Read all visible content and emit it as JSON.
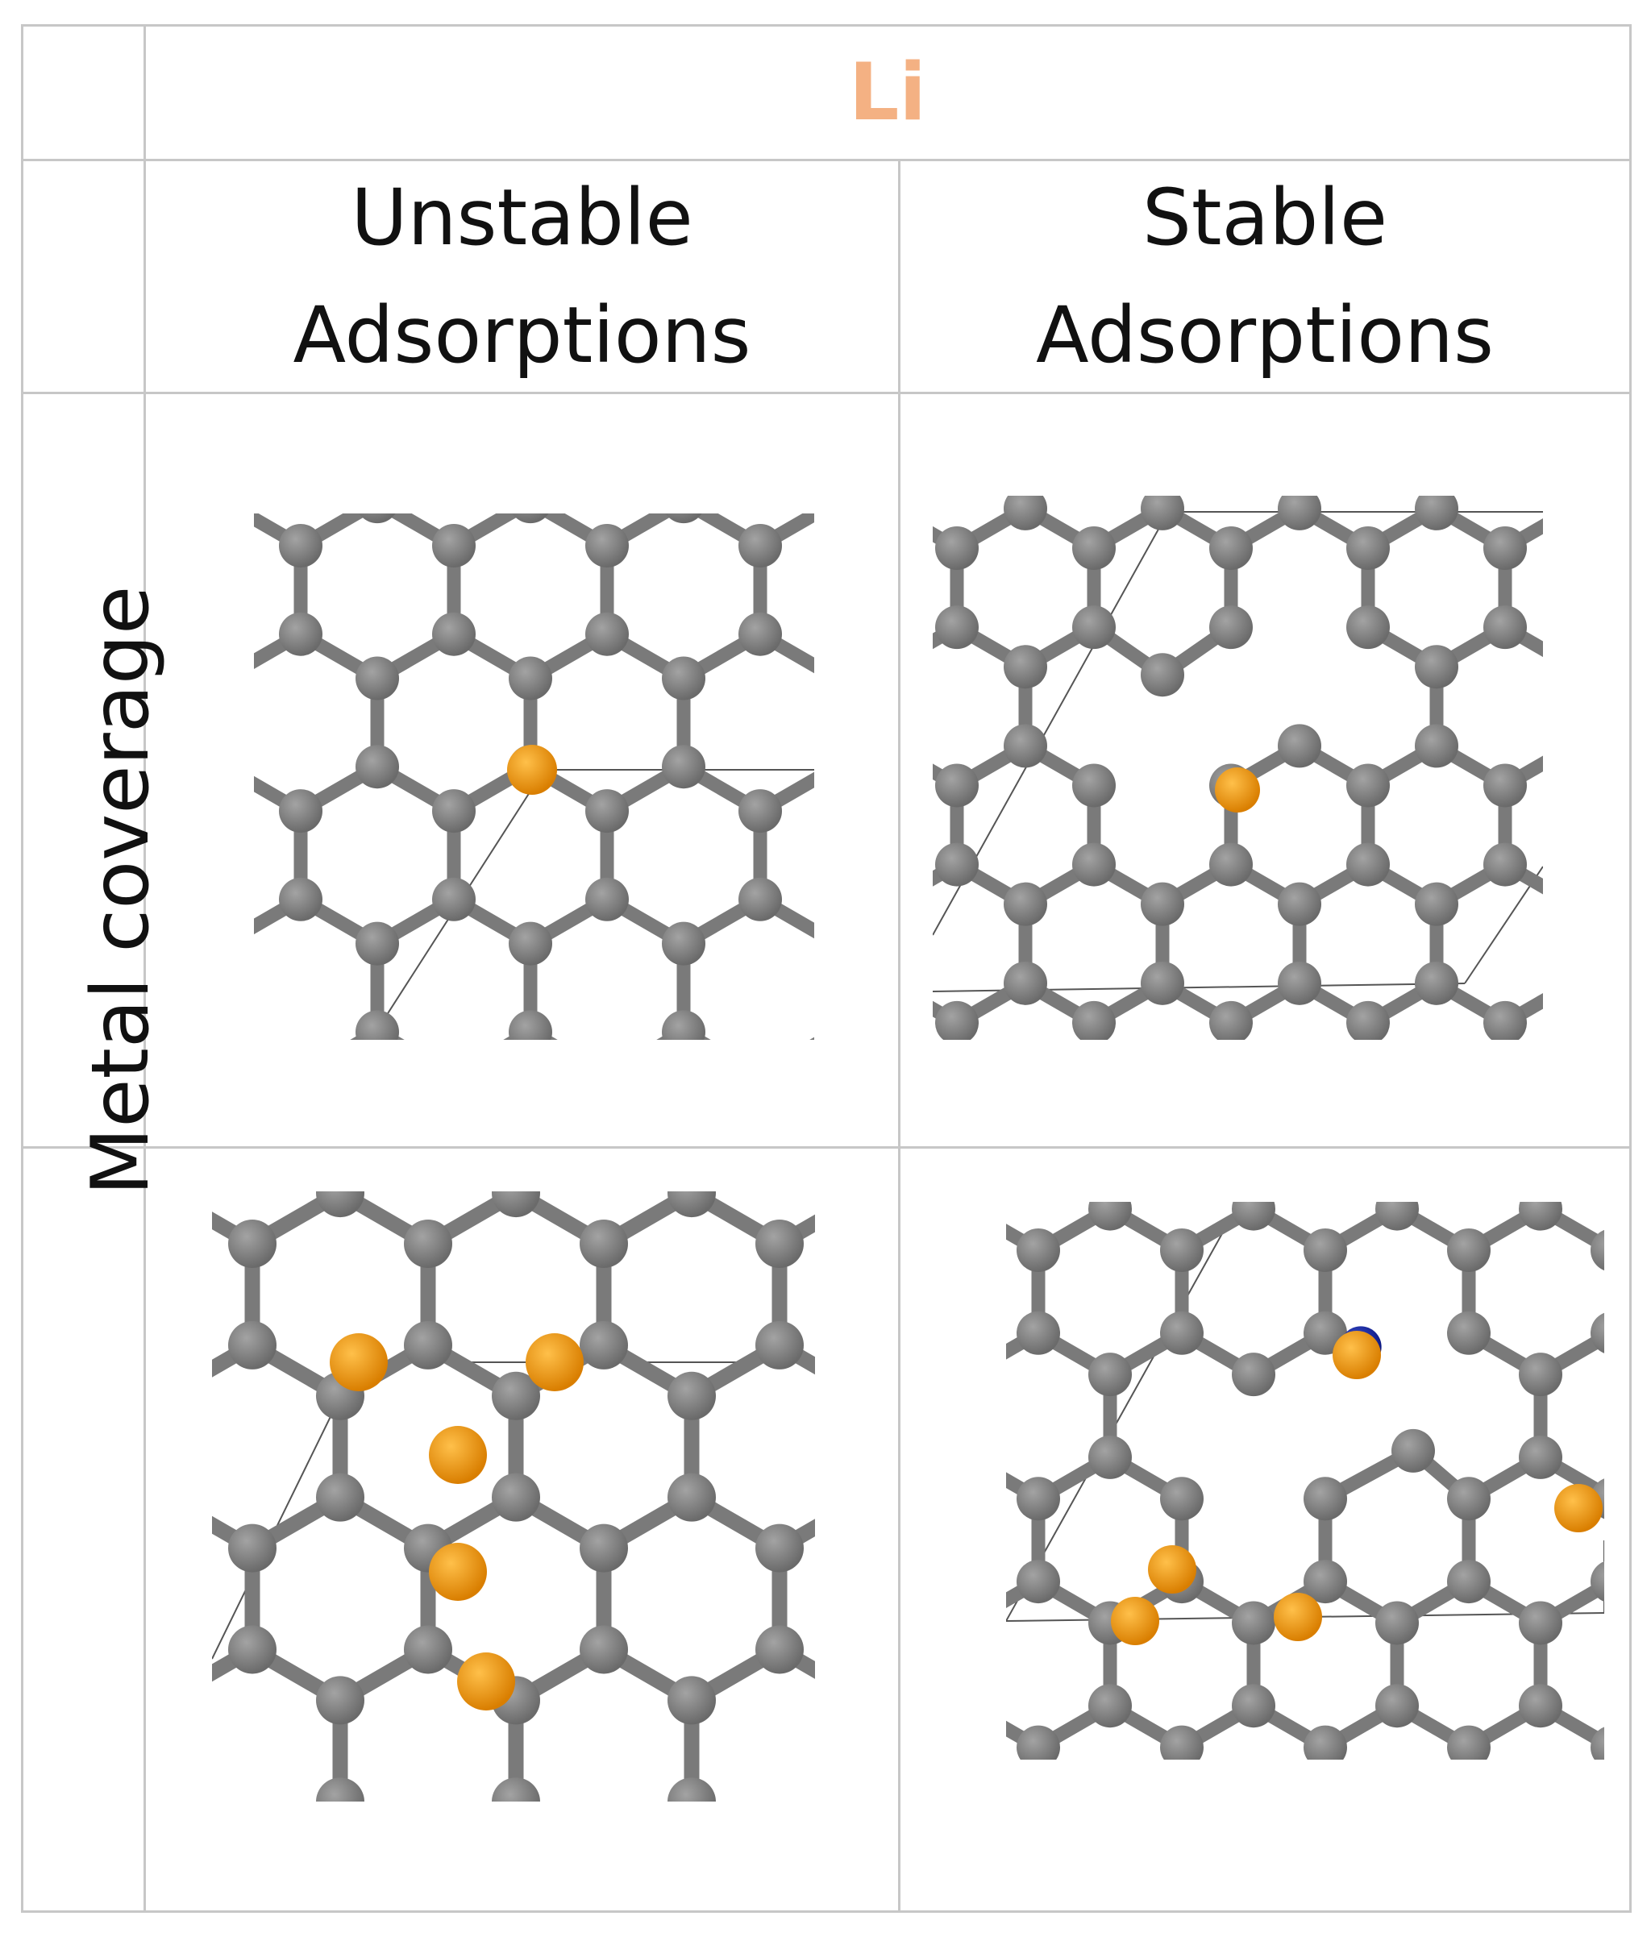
{
  "table": {
    "element_header": "Li",
    "columns": [
      {
        "line1": "Unstable",
        "line2": "Adsorptions"
      },
      {
        "line1": "Stable",
        "line2": "Adsorptions"
      }
    ],
    "row_label": "Metal coverage"
  },
  "colors": {
    "element_header": "#f4b183",
    "carbon_atom": "#808080",
    "carbon_bond": "#7a7a7a",
    "lithium_atom": "#f39c12",
    "nitrogen_atom": "#0b1fa0",
    "cell_line": "#555555",
    "grid": "#c7c7c7"
  },
  "panels": [
    {
      "id": "unstable-1",
      "lithium_atoms": 1,
      "nitrogen_atoms": 0
    },
    {
      "id": "stable-1",
      "lithium_atoms": 1,
      "nitrogen_atoms": 0,
      "defect": "vacancy"
    },
    {
      "id": "unstable-2",
      "lithium_atoms": 5,
      "nitrogen_atoms": 0
    },
    {
      "id": "stable-2",
      "lithium_atoms": 5,
      "nitrogen_atoms": 1,
      "defect": "vacancy"
    }
  ]
}
